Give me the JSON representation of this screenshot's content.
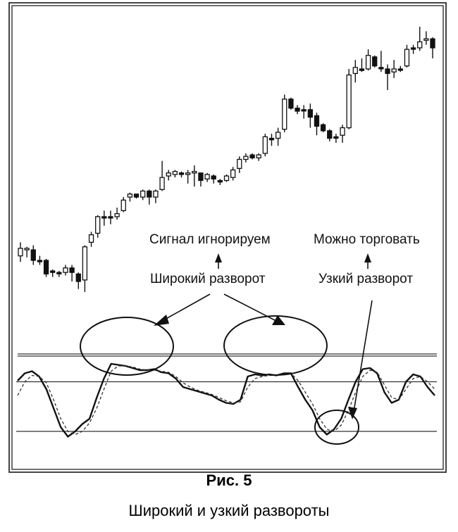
{
  "figure": {
    "number": "Рис. 5",
    "title": "Широкий и узкий развороты"
  },
  "annotations": {
    "signal_ignore": "Сигнал игнорируем",
    "wide_reversal": "Широкий разворот",
    "can_trade": "Можно торговать",
    "narrow_reversal": "Узкий разворот"
  },
  "chart_data": [
    {
      "type": "candlestick",
      "title": "",
      "xlabel": "",
      "ylabel": "",
      "grid": false,
      "note": "Price chart in upper panel; values are pixel-derived relative prices (higher = higher price, 0-100 scale).",
      "candles": [
        {
          "o": 16,
          "c": 21,
          "h": 25,
          "l": 12,
          "bull": true
        },
        {
          "o": 20,
          "c": 21,
          "h": 22,
          "l": 15,
          "bull": true
        },
        {
          "o": 20,
          "c": 13,
          "h": 23,
          "l": 10,
          "bull": false
        },
        {
          "o": 13,
          "c": 13,
          "h": 16,
          "l": 10,
          "bull": false
        },
        {
          "o": 13,
          "c": 4,
          "h": 14,
          "l": 2,
          "bull": false
        },
        {
          "o": 6,
          "c": 5,
          "h": 7,
          "l": 2,
          "bull": false
        },
        {
          "o": 5,
          "c": 5,
          "h": 6,
          "l": 2,
          "bull": false
        },
        {
          "o": 5,
          "c": 8,
          "h": 10,
          "l": 3,
          "bull": true
        },
        {
          "o": 8,
          "c": 5,
          "h": 10,
          "l": -1,
          "bull": false
        },
        {
          "o": 4,
          "c": -1,
          "h": 5,
          "l": -6,
          "bull": false
        },
        {
          "o": 0,
          "c": 22,
          "h": 23,
          "l": -8,
          "bull": true
        },
        {
          "o": 25,
          "c": 30,
          "h": 32,
          "l": 22,
          "bull": true
        },
        {
          "o": 31,
          "c": 42,
          "h": 43,
          "l": 28,
          "bull": true
        },
        {
          "o": 42,
          "c": 42,
          "h": 46,
          "l": 36,
          "bull": false
        },
        {
          "o": 42,
          "c": 42,
          "h": 46,
          "l": 37,
          "bull": false
        },
        {
          "o": 42,
          "c": 44,
          "h": 48,
          "l": 40,
          "bull": true
        },
        {
          "o": 46,
          "c": 53,
          "h": 55,
          "l": 45,
          "bull": true
        },
        {
          "o": 55,
          "c": 57,
          "h": 58,
          "l": 52,
          "bull": true
        },
        {
          "o": 57,
          "c": 55,
          "h": 57,
          "l": 54,
          "bull": false
        },
        {
          "o": 55,
          "c": 59,
          "h": 60,
          "l": 53,
          "bull": true
        },
        {
          "o": 59,
          "c": 55,
          "h": 60,
          "l": 50,
          "bull": false
        },
        {
          "o": 55,
          "c": 59,
          "h": 60,
          "l": 51,
          "bull": true
        },
        {
          "o": 60,
          "c": 68,
          "h": 79,
          "l": 59,
          "bull": true
        },
        {
          "o": 69,
          "c": 71,
          "h": 73,
          "l": 66,
          "bull": true
        },
        {
          "o": 70,
          "c": 72,
          "h": 73,
          "l": 68,
          "bull": true
        },
        {
          "o": 71,
          "c": 70,
          "h": 72,
          "l": 68,
          "bull": false
        },
        {
          "o": 70,
          "c": 71,
          "h": 73,
          "l": 64,
          "bull": true
        },
        {
          "o": 71,
          "c": 72,
          "h": 76,
          "l": 62,
          "bull": true
        },
        {
          "o": 71,
          "c": 66,
          "h": 71,
          "l": 62,
          "bull": false
        },
        {
          "o": 67,
          "c": 70,
          "h": 71,
          "l": 65,
          "bull": true
        },
        {
          "o": 69,
          "c": 67,
          "h": 70,
          "l": 64,
          "bull": false
        },
        {
          "o": 66,
          "c": 65,
          "h": 67,
          "l": 63,
          "bull": false
        },
        {
          "o": 66,
          "c": 69,
          "h": 70,
          "l": 65,
          "bull": true
        },
        {
          "o": 68,
          "c": 73,
          "h": 75,
          "l": 66,
          "bull": true
        },
        {
          "o": 74,
          "c": 80,
          "h": 82,
          "l": 71,
          "bull": true
        },
        {
          "o": 80,
          "c": 82,
          "h": 84,
          "l": 78,
          "bull": true
        },
        {
          "o": 83,
          "c": 81,
          "h": 84,
          "l": 80,
          "bull": false
        },
        {
          "o": 81,
          "c": 83,
          "h": 84,
          "l": 79,
          "bull": true
        },
        {
          "o": 84,
          "c": 95,
          "h": 97,
          "l": 82,
          "bull": true
        },
        {
          "o": 94,
          "c": 93,
          "h": 97,
          "l": 89,
          "bull": false
        },
        {
          "o": 94,
          "c": 98,
          "h": 101,
          "l": 89,
          "bull": true
        },
        {
          "o": 100,
          "c": 120,
          "h": 123,
          "l": 98,
          "bull": true
        },
        {
          "o": 120,
          "c": 114,
          "h": 121,
          "l": 113,
          "bull": false
        },
        {
          "o": 114,
          "c": 112,
          "h": 116,
          "l": 110,
          "bull": false
        },
        {
          "o": 113,
          "c": 113,
          "h": 116,
          "l": 107,
          "bull": false
        },
        {
          "o": 113,
          "c": 108,
          "h": 117,
          "l": 101,
          "bull": false
        },
        {
          "o": 109,
          "c": 102,
          "h": 111,
          "l": 96,
          "bull": false
        },
        {
          "o": 103,
          "c": 99,
          "h": 104,
          "l": 98,
          "bull": false
        },
        {
          "o": 99,
          "c": 94,
          "h": 100,
          "l": 92,
          "bull": false
        },
        {
          "o": 95,
          "c": 95,
          "h": 97,
          "l": 91,
          "bull": false
        },
        {
          "o": 96,
          "c": 101,
          "h": 103,
          "l": 91,
          "bull": true
        },
        {
          "o": 101,
          "c": 136,
          "h": 140,
          "l": 100,
          "bull": true
        },
        {
          "o": 137,
          "c": 141,
          "h": 146,
          "l": 131,
          "bull": true
        },
        {
          "o": 139,
          "c": 140,
          "h": 147,
          "l": 138,
          "bull": false
        },
        {
          "o": 140,
          "c": 149,
          "h": 153,
          "l": 139,
          "bull": true
        },
        {
          "o": 148,
          "c": 142,
          "h": 149,
          "l": 141,
          "bull": false
        },
        {
          "o": 141,
          "c": 141,
          "h": 152,
          "l": 138,
          "bull": false
        },
        {
          "o": 140,
          "c": 137,
          "h": 143,
          "l": 126,
          "bull": false
        },
        {
          "o": 138,
          "c": 140,
          "h": 146,
          "l": 134,
          "bull": true
        },
        {
          "o": 140,
          "c": 140,
          "h": 142,
          "l": 138,
          "bull": false
        },
        {
          "o": 142,
          "c": 153,
          "h": 156,
          "l": 141,
          "bull": true
        },
        {
          "o": 154,
          "c": 154,
          "h": 156,
          "l": 150,
          "bull": false
        },
        {
          "o": 154,
          "c": 158,
          "h": 168,
          "l": 152,
          "bull": true
        },
        {
          "o": 159,
          "c": 160,
          "h": 165,
          "l": 156,
          "bull": true
        },
        {
          "o": 160,
          "c": 154,
          "h": 161,
          "l": 147,
          "bull": false
        }
      ]
    },
    {
      "type": "line",
      "title": "",
      "xlabel": "",
      "ylabel": "",
      "grid": false,
      "note": "Oscillator panel; horizontal reference lines at upper (double), middle and lower levels. Values on 0-100 scale (100=top).",
      "reference_lines": [
        {
          "name": "upper",
          "value": 80,
          "style": "double"
        },
        {
          "name": "middle",
          "value": 55,
          "style": "single"
        },
        {
          "name": "lower",
          "value": 8,
          "style": "single"
        }
      ],
      "series": [
        {
          "name": "oscillator",
          "style": "solid-bold",
          "values": [
            56,
            63,
            65,
            60,
            48,
            30,
            12,
            3,
            8,
            15,
            20,
            40,
            58,
            72,
            71,
            70,
            68,
            66,
            66,
            67,
            64,
            63,
            58,
            50,
            48,
            46,
            44,
            42,
            38,
            35,
            34,
            38,
            60,
            62,
            61,
            62,
            61,
            63,
            63,
            50,
            38,
            28,
            12,
            5,
            10,
            20,
            38,
            55,
            67,
            68,
            63,
            45,
            35,
            38,
            55,
            62,
            60,
            50,
            42
          ]
        },
        {
          "name": "signal",
          "style": "dashed",
          "values": [
            42,
            55,
            61,
            60,
            54,
            38,
            20,
            8,
            5,
            8,
            16,
            30,
            48,
            65,
            70,
            70,
            69,
            67,
            66,
            66,
            65,
            64,
            60,
            54,
            50,
            47,
            45,
            43,
            40,
            37,
            35,
            36,
            50,
            58,
            60,
            61,
            61,
            62,
            63,
            56,
            45,
            34,
            20,
            10,
            8,
            14,
            28,
            45,
            60,
            66,
            64,
            52,
            40,
            38,
            48,
            58,
            60,
            55,
            48
          ]
        }
      ]
    }
  ]
}
